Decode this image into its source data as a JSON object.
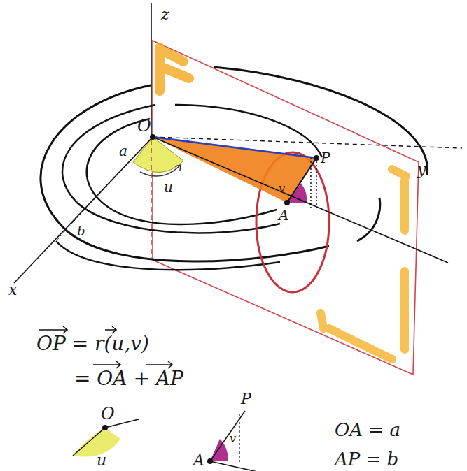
{
  "diagram": {
    "labels": [
      "z",
      "O",
      "a",
      "b",
      "u",
      "P",
      "v",
      "A",
      "y",
      "x",
      "OP = r(u,v)",
      "= OA + AP",
      "O",
      "u",
      "P",
      "A",
      "v",
      "OA = a",
      "AP = b"
    ]
  }
}
